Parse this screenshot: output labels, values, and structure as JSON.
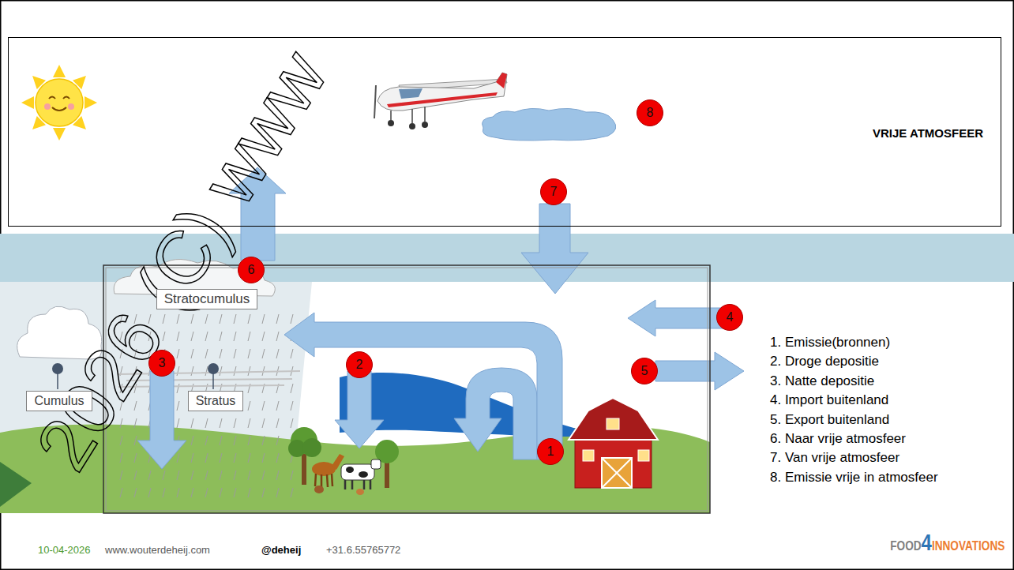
{
  "diagram": {
    "nodes": [
      {
        "text": [
          "VRIJE ATMOSFEER"
        ]
      },
      {
        "text": [
          "Stratocumulus"
        ]
      },
      {
        "text": [
          "Cumulus"
        ]
      },
      {
        "text": [
          "Stratus"
        ]
      }
    ],
    "labels": [
      "8",
      "7",
      "6",
      "4",
      "2",
      "3",
      "5",
      "1",
      "1. Emissie(bronnen)",
      "2. Droge depositie",
      "3. Natte depositie",
      "4. Import buitenland",
      "5. Export buitenland",
      "6. Naar vrije atmosfeer",
      "7. Van vrije atmosfeer",
      "8. Emissie vrije in atmosfeer",
      "10-04-2026",
      "www.wouterdeheij.com",
      "@deheij",
      "+31.6.55765772",
      "FOOD",
      "4",
      "INNOVATIONS",
      "2026 (C) www"
    ]
  }
}
